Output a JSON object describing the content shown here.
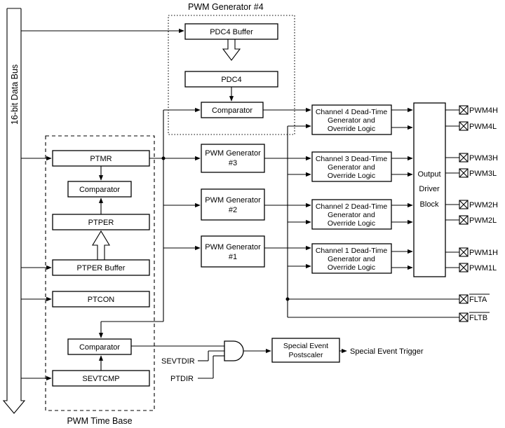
{
  "data_bus_label": "16-bit Data Bus",
  "pwm_gen4": {
    "title": "PWM Generator #4",
    "pdc4_buffer": "PDC4 Buffer",
    "pdc4": "PDC4",
    "comparator": "Comparator"
  },
  "time_base": {
    "title": "PWM Time Base",
    "ptmr": "PTMR",
    "comparator": "Comparator",
    "ptper": "PTPER",
    "ptper_buffer": "PTPER Buffer",
    "ptcon": "PTCON",
    "comparator2": "Comparator",
    "sevtcmp": "SEVTCMP"
  },
  "generators": [
    {
      "line1": "PWM Generator",
      "line2": "#3"
    },
    {
      "line1": "PWM Generator",
      "line2": "#2"
    },
    {
      "line1": "PWM Generator",
      "line2": "#1"
    }
  ],
  "channels": [
    {
      "line1": "Channel 4 Dead-Time",
      "line2": "Generator and",
      "line3": "Override Logic"
    },
    {
      "line1": "Channel 3 Dead-Time",
      "line2": "Generator and",
      "line3": "Override Logic"
    },
    {
      "line1": "Channel 2 Dead-Time",
      "line2": "Generator and",
      "line3": "Override Logic"
    },
    {
      "line1": "Channel 1 Dead-Time",
      "line2": "Generator and",
      "line3": "Override Logic"
    }
  ],
  "output_driver": {
    "line1": "Output",
    "line2": "Driver",
    "line3": "Block"
  },
  "pins": [
    "PWM4H",
    "PWM4L",
    "PWM3H",
    "PWM3L",
    "PWM2H",
    "PWM2L",
    "PWM1H",
    "PWM1L"
  ],
  "fault_pins": [
    "FLTA",
    "FLTB"
  ],
  "sevtdir": "SEVTDIR",
  "ptdir": "PTDIR",
  "postscaler": {
    "line1": "Special Event",
    "line2": "Postscaler"
  },
  "trigger": "Special Event Trigger"
}
